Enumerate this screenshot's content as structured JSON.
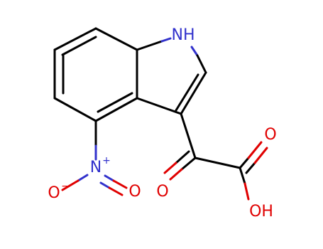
{
  "molecule": {
    "atoms": {
      "indole_nh": "NH",
      "nitro_n": "N",
      "nitro_n_charge": "+",
      "nitro_o_left": "O",
      "nitro_o_left_charge": "−",
      "nitro_o_right": "O",
      "keto_o": "O",
      "acid_o": "O",
      "acid_oh": "OH"
    },
    "colors": {
      "bond": "#000000",
      "nitrogen": "#3232cc",
      "oxygen": "#e00000",
      "background": "#ffffff"
    }
  }
}
